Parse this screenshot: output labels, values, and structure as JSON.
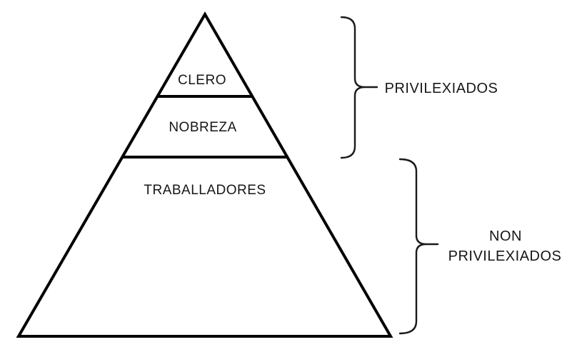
{
  "diagram": {
    "type": "pyramid-hierarchy",
    "pyramid": {
      "layers": [
        {
          "label": "CLERO"
        },
        {
          "label": "NOBREZA"
        },
        {
          "label": "TRABALLADORES"
        }
      ]
    },
    "groups": [
      {
        "label": "PRIVILEXIADOS",
        "lines": [
          "PRIVILEXIADOS"
        ],
        "covers_layers": [
          "CLERO",
          "NOBREZA"
        ]
      },
      {
        "label": "NON PRIVILEXIADOS",
        "lines": [
          "NON",
          "PRIVILEXIADOS"
        ],
        "covers_layers": [
          "TRABALLADORES"
        ]
      }
    ]
  },
  "colors": {
    "line": "#000000",
    "brace": "#1a1a1a",
    "text": "#161616",
    "background": "#ffffff"
  }
}
